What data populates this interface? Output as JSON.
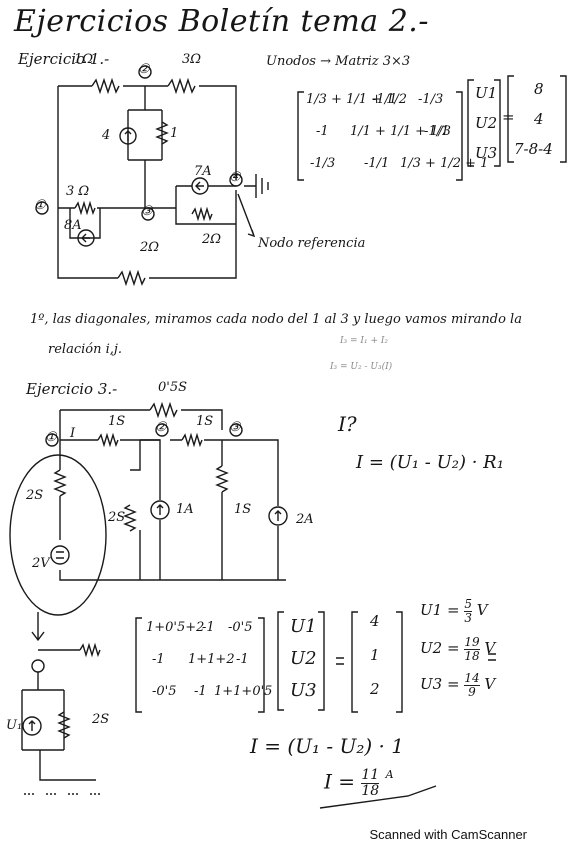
{
  "title": "Ejercicios Boletín tema 2.-",
  "ex1": {
    "label": "Ejercicio 1.-",
    "r_top_left": "1Ω",
    "r_top_right": "3Ω",
    "node_top": "②",
    "node_left": "①",
    "node_mid": "③",
    "node_ref": "④",
    "src_4": "4",
    "r_1": "1",
    "src_7a": "7A",
    "r_3": "3 Ω",
    "src_8a": "8A",
    "r_2_right": "2Ω",
    "r_2_bottom": "2Ω",
    "ref_label": "Nodo referencia",
    "unknowns": "Unodos → Matriz 3×3",
    "matrix": [
      [
        "1/3 + 1/1 + 1/2",
        "-1/1",
        "-1/3"
      ],
      [
        "-1",
        "1/1 + 1/1 + 1/3",
        "-1/1"
      ],
      [
        "-1/3",
        "-1/1",
        "1/3 + 1/2 + 1"
      ]
    ],
    "vars": [
      "U1",
      "U2",
      "U3"
    ],
    "rhs": [
      "8",
      "4",
      "7-8-4"
    ],
    "note1": "1º, las diagonales, miramos cada nodo del 1 al 3 y luego vamos mirando la",
    "note2": "relación i,j.",
    "side1": "I₃ = I₁ + I₂",
    "side2": "I₃ = U₂ - U₃(I)"
  },
  "ex3": {
    "label": "Ejercicio 3.-",
    "g_top": "0'5S",
    "g_12": "1S",
    "g_23": "1S",
    "n1": "①",
    "n2": "②",
    "n3": "③",
    "current_label": "I",
    "g_left": "2S",
    "src_left": "2V",
    "g_mid": "2S",
    "src_1a": "1A",
    "g_right": "1S",
    "src_2a": "2A",
    "q": "I?",
    "formula1": "I = (U₁ - U₂) · R₁",
    "matrix": [
      [
        "1+0'5+2",
        "-1",
        "-0'5"
      ],
      [
        "-1",
        "1+1+2",
        "-1"
      ],
      [
        "-0'5",
        "-1",
        "1+1+0'5"
      ]
    ],
    "vars": [
      "U1",
      "U2",
      "U3"
    ],
    "rhs": [
      "4",
      "1",
      "2"
    ],
    "sol": [
      {
        "v": "U1 =",
        "num": "5",
        "den": "3",
        "unit": "V"
      },
      {
        "v": "U2 =",
        "num": "19",
        "den": "18",
        "unit": "V"
      },
      {
        "v": "U3 =",
        "num": "14",
        "den": "9",
        "unit": "V"
      }
    ],
    "sub_u1": "U₁",
    "sub_g": "2S",
    "formula2": "I = (U₁ - U₂) · 1",
    "result_lhs": "I =",
    "result_num": "11",
    "result_den": "18",
    "result_unit": "A"
  },
  "footer": "Scanned with CamScanner"
}
